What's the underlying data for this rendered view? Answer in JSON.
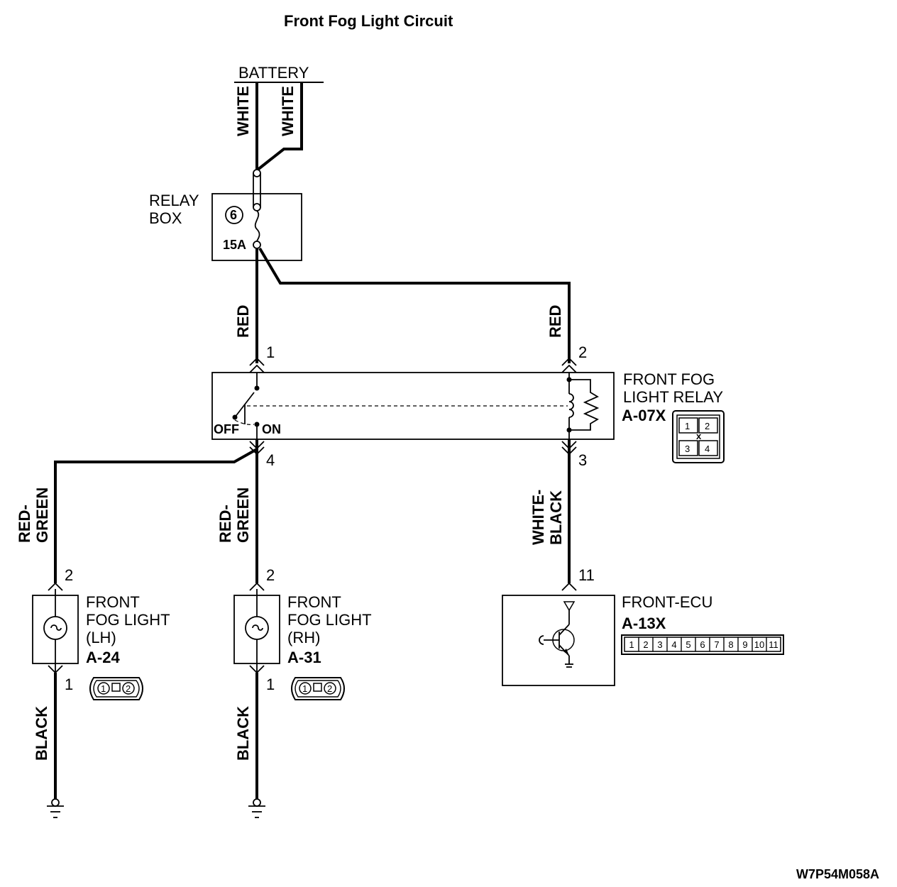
{
  "title": "Front Fog Light Circuit",
  "battery": "BATTERY",
  "relay_box": {
    "line1": "RELAY",
    "line2": "BOX",
    "fuse_number": "6",
    "fuse_rating": "15A"
  },
  "wires": {
    "white_left": "WHITE",
    "white_right": "WHITE",
    "red_left": "RED",
    "red_right": "RED",
    "red_green_lh_1": "RED-",
    "red_green_lh_2": "GREEN",
    "red_green_rh_1": "RED-",
    "red_green_rh_2": "GREEN",
    "white_black_1": "WHITE-",
    "white_black_2": "BLACK",
    "black_lh": "BLACK",
    "black_rh": "BLACK"
  },
  "pins": {
    "relay_1": "1",
    "relay_2": "2",
    "relay_3": "3",
    "relay_4": "4",
    "lh_2": "2",
    "lh_1": "1",
    "rh_2": "2",
    "rh_1": "1",
    "ecu_11": "11"
  },
  "relay": {
    "line1": "FRONT FOG",
    "line2": "LIGHT RELAY",
    "code": "A-07X",
    "off": "OFF",
    "on": "ON",
    "connector_pins": [
      "1",
      "2",
      "3",
      "4"
    ]
  },
  "fog_lh": {
    "line1": "FRONT",
    "line2": "FOG LIGHT",
    "line3": "(LH)",
    "code": "A-24",
    "connector_pins": [
      "1",
      "2"
    ]
  },
  "fog_rh": {
    "line1": "FRONT",
    "line2": "FOG LIGHT",
    "line3": "(RH)",
    "code": "A-31",
    "connector_pins": [
      "1",
      "2"
    ]
  },
  "ecu": {
    "name": "FRONT-ECU",
    "code": "A-13X",
    "connector_pins": [
      "1",
      "2",
      "3",
      "4",
      "5",
      "6",
      "7",
      "8",
      "9",
      "10",
      "11"
    ]
  },
  "figure_code": "W7P54M058A"
}
